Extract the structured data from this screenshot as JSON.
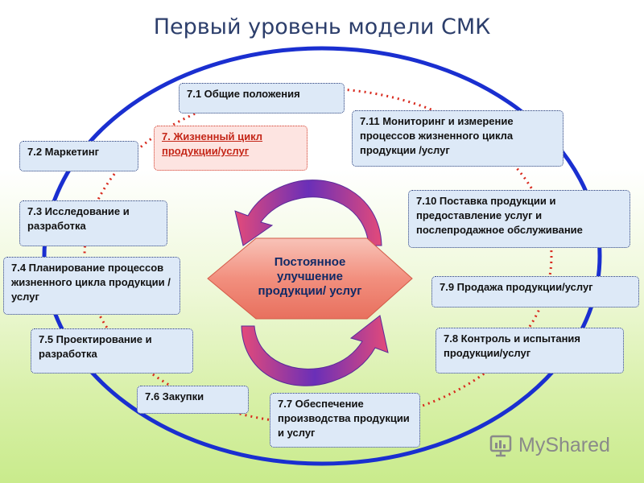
{
  "title": "Первый уровень модели СМК",
  "center": {
    "label": "Постоянное улучшение продукции/ услуг"
  },
  "boxes": {
    "b7_1": "7.1 Общие положения",
    "b7_red": "7. Жизненный цикл продукции/услуг",
    "b7_2": "7.2 Маркетинг",
    "b7_3": "7.3 Исследование и разработка",
    "b7_4": "7.4 Планирование процессов жизненного цикла продукции /услуг",
    "b7_5": "7.5 Проектирование и разработка",
    "b7_6": "7.6 Закупки",
    "b7_7": "7.7 Обеспечение производства продукции и услуг",
    "b7_8": "7.8 Контроль и испытания продукции/услуг",
    "b7_9": "7.9 Продажа продукции/услуг",
    "b7_10": "7.10 Поставка продукции и предоставление услуг и послепродажное обслуживание",
    "b7_11": "7.11 Мониторинг и измерение процессов жизненного цикла продукции /услуг"
  },
  "watermark": {
    "text": "MyShared",
    "icon": "myshared-logo-icon"
  },
  "colors": {
    "title": "#2c3e6b",
    "outer_ellipse": "#1a2fd0",
    "inner_dotted_ellipse": "#d82a1e",
    "hexagon": "#f08a7a",
    "arrow": "#7a2fb0",
    "box_fill": "#dde9f7",
    "red_box_text": "#c42618"
  }
}
